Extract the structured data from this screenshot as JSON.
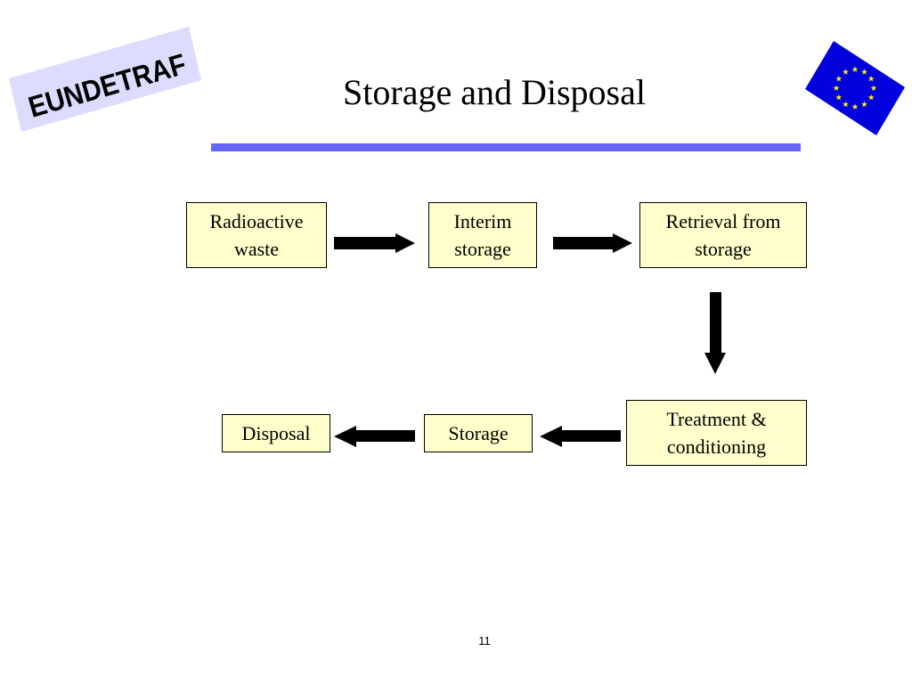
{
  "logo": {
    "text": "EUNDETRAF"
  },
  "title": "Storage and Disposal",
  "flow": {
    "radioactive_waste": {
      "line1": "Radioactive",
      "line2": "waste"
    },
    "interim_storage": {
      "line1": "Interim",
      "line2": "storage"
    },
    "retrieval": {
      "line1": "Retrieval from",
      "line2": "storage"
    },
    "treatment": {
      "line1": "Treatment &",
      "line2": "conditioning"
    },
    "storage": {
      "line1": "Storage"
    },
    "disposal": {
      "line1": "Disposal"
    }
  },
  "colors": {
    "box_fill": "#ffffcc",
    "title_rule": "#6666ff",
    "logo_band": "#dcdcff",
    "eu_blue": "#0000dd",
    "eu_star": "#ffee00"
  },
  "page_number": "11"
}
